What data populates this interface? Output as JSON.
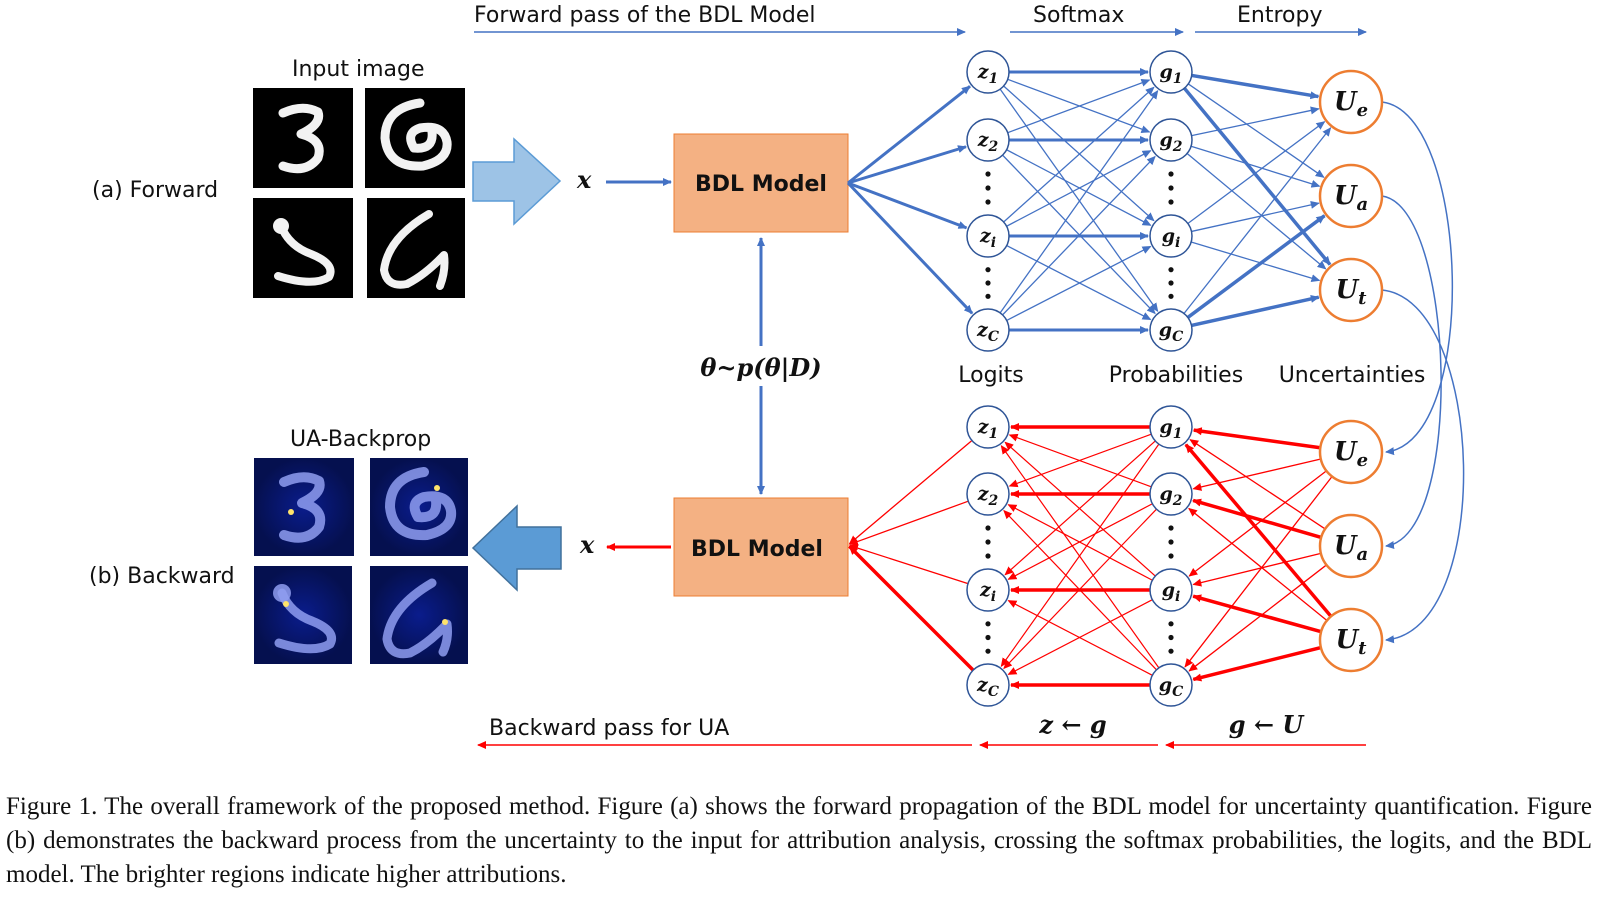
{
  "labels": {
    "forward_pass": "Forward pass of the BDL Model",
    "softmax": "Softmax",
    "entropy": "Entropy",
    "input_image": "Input image",
    "forward_row": "(a) Forward",
    "backward_row": "(b) Backward",
    "ua_backprop": "UA-Backprop",
    "x_in": "x",
    "x_out": "x",
    "bdl_top": "BDL Model",
    "bdl_bottom": "BDL Model",
    "theta": "θ~p(θ|D)",
    "logits": "Logits",
    "probabilities": "Probabilities",
    "uncertainties": "Uncertainties",
    "backward_pass": "Backward pass for UA",
    "z_from_g": "z ← g",
    "g_from_u": "g ← U"
  },
  "nodes": {
    "z": [
      {
        "base": "z",
        "sub": "1"
      },
      {
        "base": "z",
        "sub": "2"
      },
      {
        "base": "z",
        "sub": "i"
      },
      {
        "base": "z",
        "sub": "C"
      }
    ],
    "g": [
      {
        "base": "g",
        "sub": "1"
      },
      {
        "base": "g",
        "sub": "2"
      },
      {
        "base": "g",
        "sub": "i"
      },
      {
        "base": "g",
        "sub": "C"
      }
    ],
    "u": [
      {
        "base": "U",
        "sub": "e"
      },
      {
        "base": "U",
        "sub": "a"
      },
      {
        "base": "U",
        "sub": "t"
      }
    ]
  },
  "colors": {
    "forward": "#4472c4",
    "backward": "#ff0000",
    "box_fill": "#f4b183",
    "uncertainty_ring": "#ed7d31",
    "node_ring": "#2f5597",
    "big_arrow_light": "#9dc3e6",
    "big_arrow_dark": "#5b9bd5"
  },
  "caption": "Figure 1.  The overall framework of the proposed method.  Figure (a) shows the forward propagation of the BDL model for uncertainty quantification. Figure (b) demonstrates the backward process from the uncertainty to the input for attribution analysis, crossing the softmax probabilities, the logits, and the BDL model. The brighter regions indicate higher attributions."
}
